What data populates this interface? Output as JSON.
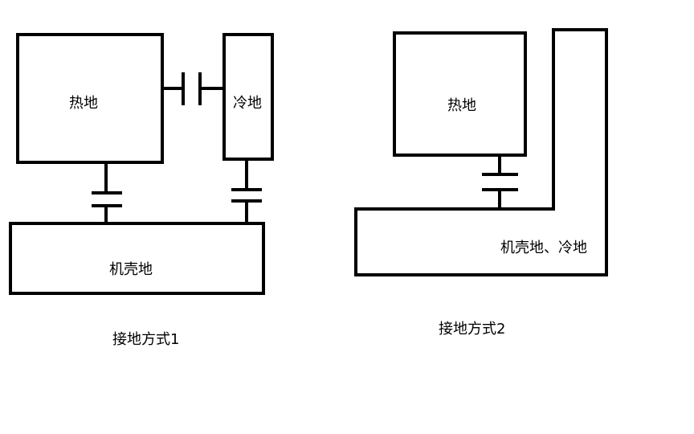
{
  "diagram1": {
    "hot_ground": "热地",
    "cold_ground": "冷地",
    "chassis_ground": "机壳地",
    "caption": "接地方式1"
  },
  "diagram2": {
    "hot_ground": "热地",
    "chassis_cold_ground": "机壳地、冷地",
    "caption": "接地方式2"
  },
  "colors": {
    "stroke": "#000000",
    "background": "#ffffff"
  }
}
